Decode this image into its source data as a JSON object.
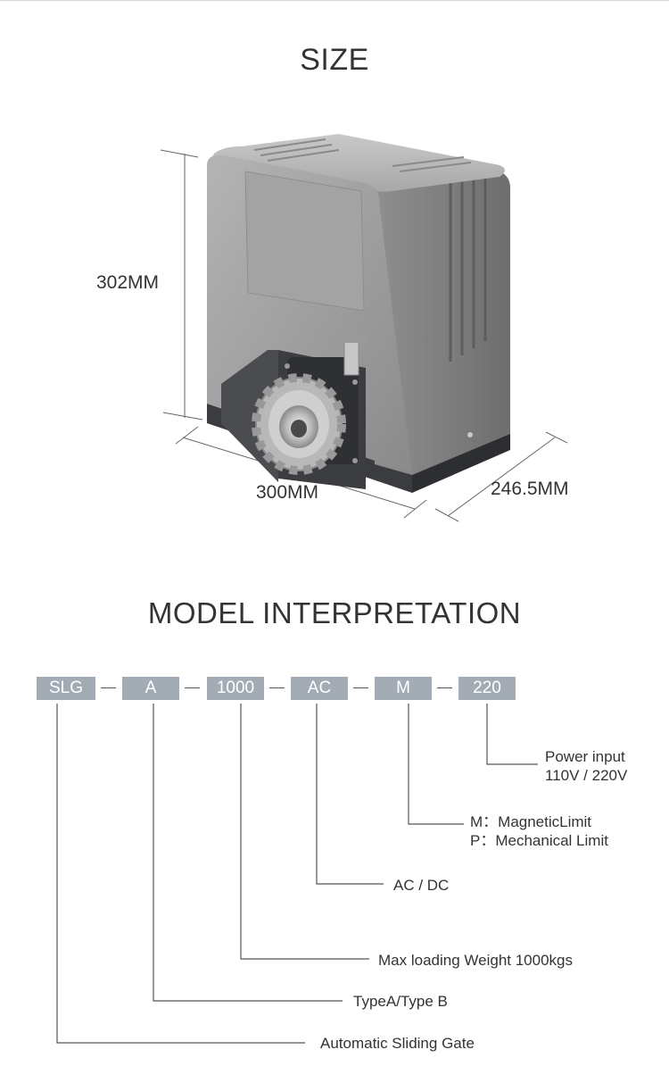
{
  "size_section": {
    "title": "SIZE",
    "height_label": "302MM",
    "width_label": "300MM",
    "depth_label": "246.5MM"
  },
  "model_section": {
    "title": "MODEL INTERPRETATION",
    "codes": [
      "SLG",
      "A",
      "1000",
      "AC",
      "M",
      "220"
    ],
    "descriptions": {
      "power_line1": "Power input",
      "power_line2": "110V / 220V",
      "limit_line1": "M：MagneticLimit",
      "limit_line2": "P：Mechanical Limit",
      "current": "AC / DC",
      "weight": "Max loading Weight 1000kgs",
      "type": "TypeA/Type B",
      "product": "Automatic Sliding Gate"
    }
  },
  "colors": {
    "code_box": "#a3acb5",
    "motor_body": "#9b9b9b",
    "motor_base": "#3a3c40"
  }
}
